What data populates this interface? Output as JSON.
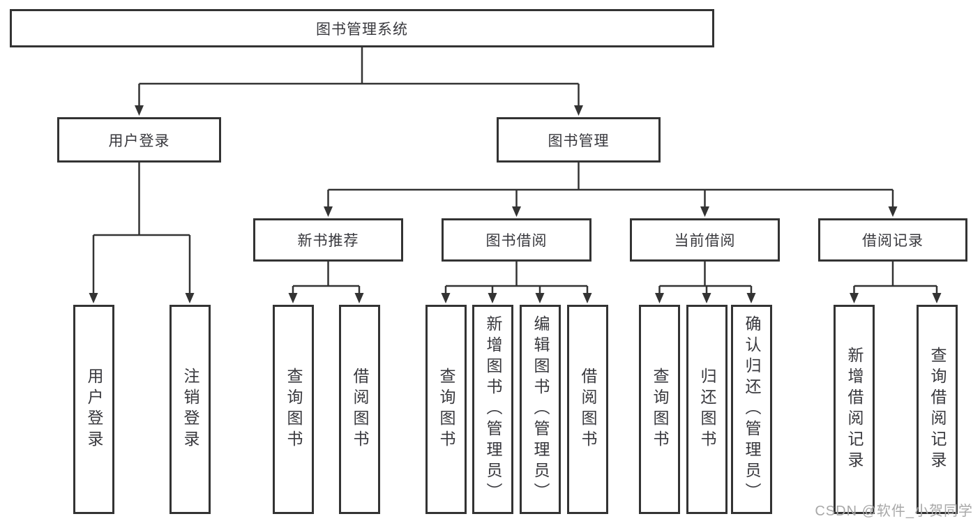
{
  "diagram": {
    "root": {
      "label": "图书管理系统"
    },
    "level2": [
      {
        "label": "用户登录"
      },
      {
        "label": "图书管理"
      }
    ],
    "level3": [
      {
        "label": "新书推荐",
        "parent": "图书管理"
      },
      {
        "label": "图书借阅",
        "parent": "图书管理"
      },
      {
        "label": "当前借阅",
        "parent": "图书管理"
      },
      {
        "label": "借阅记录",
        "parent": "图书管理"
      }
    ],
    "leaves": [
      {
        "label": "用户登录",
        "parent": "用户登录"
      },
      {
        "label": "注销登录",
        "parent": "用户登录"
      },
      {
        "label": "查询图书",
        "parent": "新书推荐"
      },
      {
        "label": "借阅图书",
        "parent": "新书推荐"
      },
      {
        "label": "查询图书",
        "parent": "图书借阅"
      },
      {
        "label": "新增图书（管理员）",
        "parent": "图书借阅"
      },
      {
        "label": "编辑图书（管理员）",
        "parent": "图书借阅"
      },
      {
        "label": "借阅图书",
        "parent": "图书借阅"
      },
      {
        "label": "查询图书",
        "parent": "当前借阅"
      },
      {
        "label": "归还图书",
        "parent": "当前借阅"
      },
      {
        "label": "确认归还（管理员）",
        "parent": "当前借阅"
      },
      {
        "label": "新增借阅记录",
        "parent": "借阅记录"
      },
      {
        "label": "查询借阅记录",
        "parent": "借阅记录"
      }
    ],
    "watermark": "CSDN @软件_小贺同学",
    "colors": {
      "line": "#333333",
      "text": "#38383d",
      "background": "#ffffff",
      "watermark": "#a8a8a8"
    }
  }
}
